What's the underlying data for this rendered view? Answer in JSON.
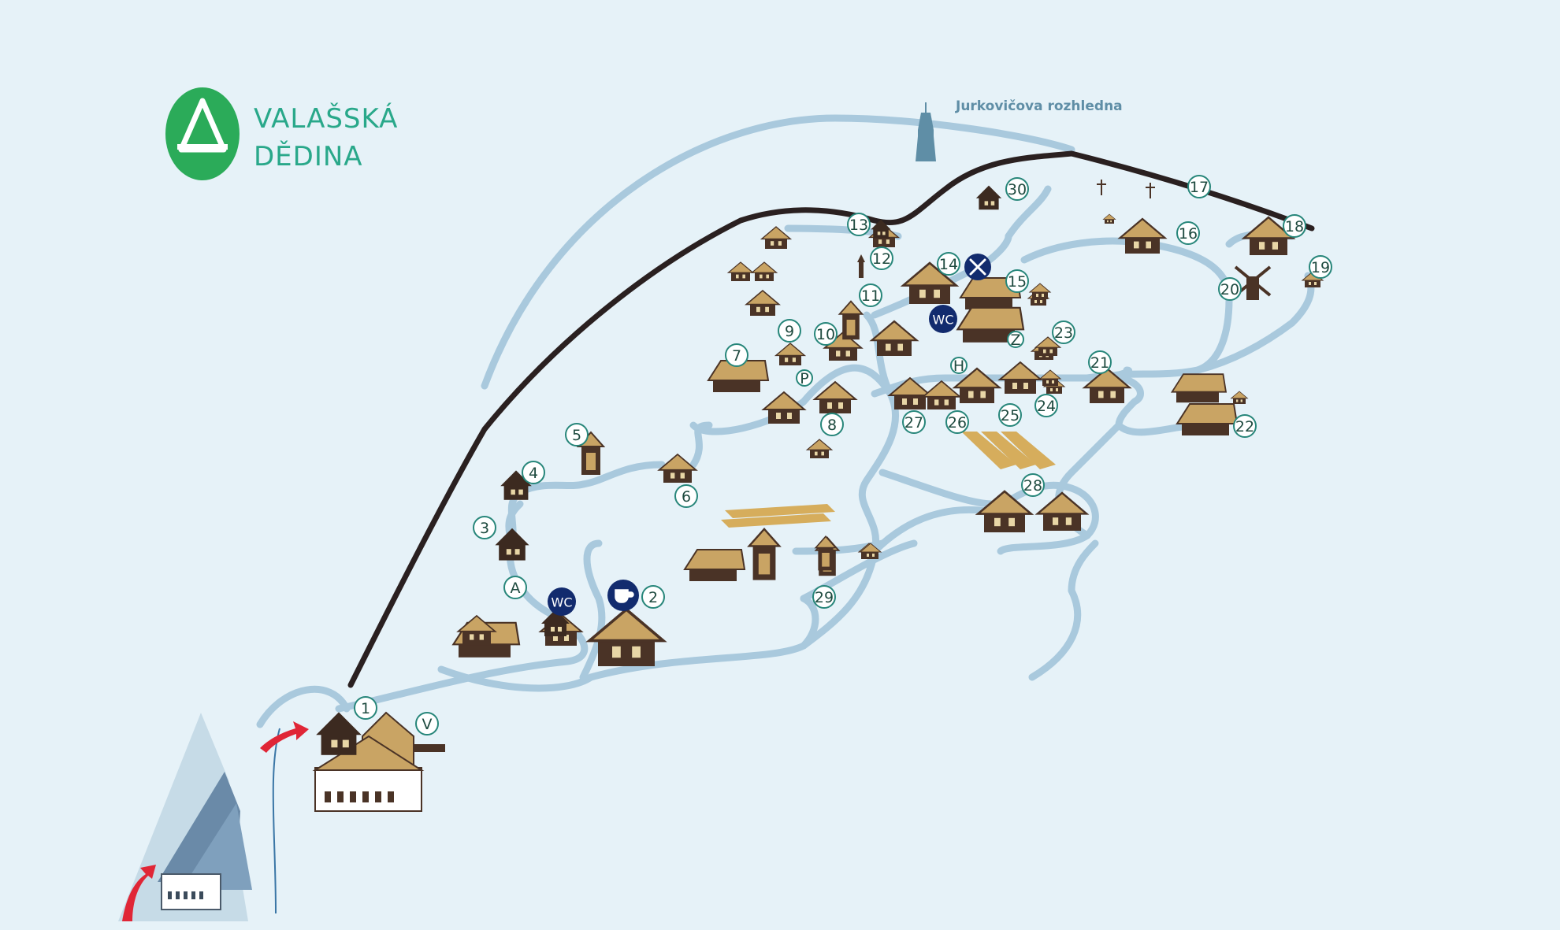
{
  "logo": {
    "line1": "VALAŠSKÁ",
    "line2": "DĚDINA",
    "green": "#2bab59",
    "text_color": "#29a88a"
  },
  "tower": {
    "name": "Jurkovičova rozhledna"
  },
  "colors": {
    "background": "#e6f2f8",
    "path": "#a9c9dd",
    "road": "#2a2020",
    "building_roof": "#c9a464",
    "building_dark": "#4a3326",
    "badge_stroke": "#27867a",
    "service_circle": "#122b6e",
    "arrow": "#e02636",
    "field": "#d6ad5c"
  },
  "markers": {
    "buildings": [
      "1",
      "2",
      "3",
      "4",
      "5",
      "6",
      "7",
      "8",
      "9",
      "10",
      "11",
      "12",
      "13",
      "14",
      "15",
      "16",
      "17",
      "18",
      "19",
      "20",
      "21",
      "22",
      "23",
      "24",
      "25",
      "26",
      "27",
      "28",
      "29",
      "30"
    ],
    "letters": [
      "A",
      "V",
      "P",
      "H",
      "Z"
    ]
  },
  "services": {
    "wc": "WC",
    "cafe_icon": "cup-icon",
    "restaurant_icon": "fork-knife-icon"
  }
}
